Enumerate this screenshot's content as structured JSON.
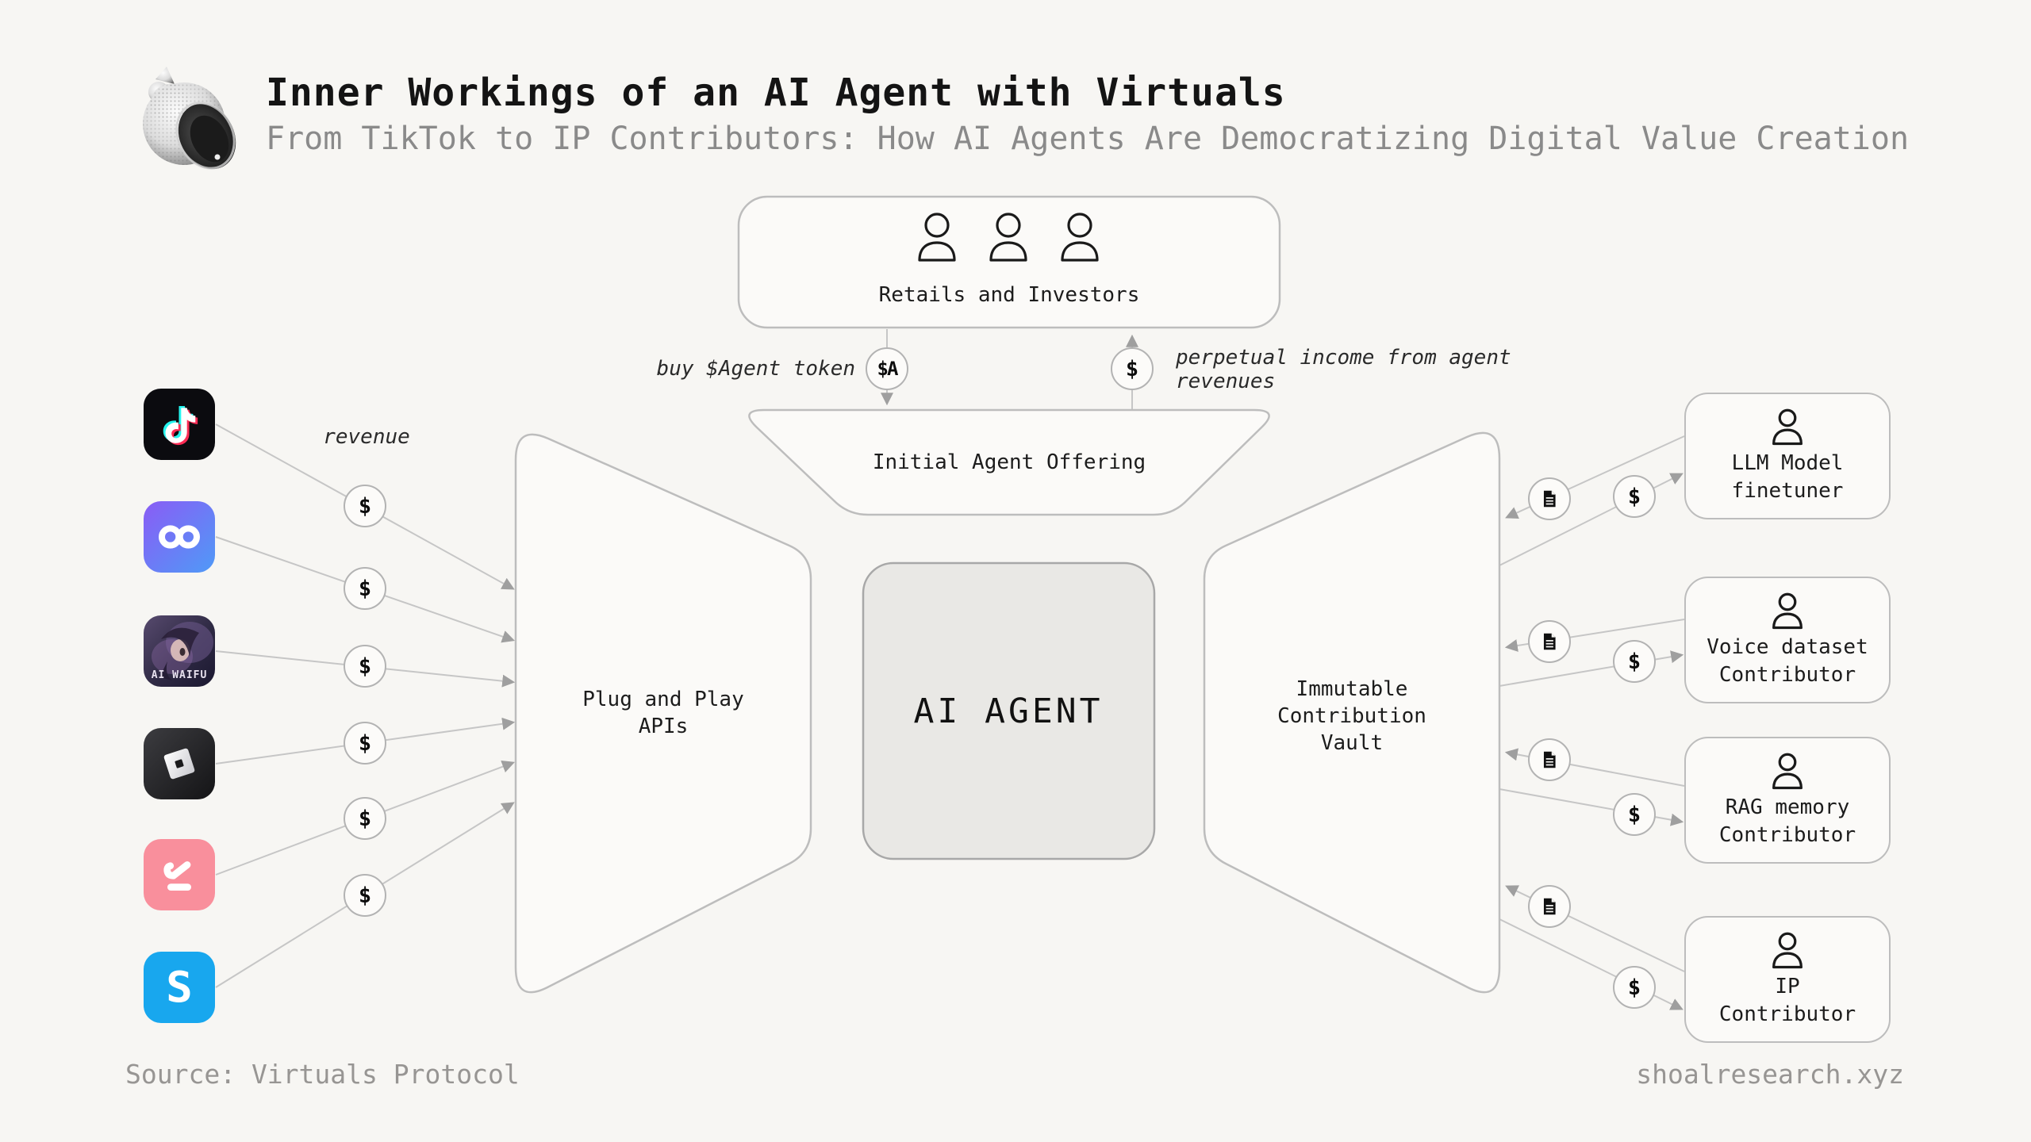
{
  "header": {
    "title": "Inner Workings of an AI Agent with Virtuals",
    "subtitle": "From TikTok to IP Contributors: How AI Agents Are Democratizing Digital Value Creation",
    "logo": "shell-logo"
  },
  "footer": {
    "source": "Source: Virtuals Protocol",
    "site": "shoalresearch.xyz"
  },
  "colors": {
    "background": "#f7f6f3",
    "shape_stroke": "#bdbdbd",
    "wire": "#c6c6c6",
    "arrow": "#9f9f9f",
    "agent_box_fill": "#e9e8e5",
    "muted_text": "#8a8a8a",
    "tiktok_cyan": "#25f4ee",
    "tiktok_red": "#fe2c55",
    "infinity_purple": "#8a5cf5",
    "infinity_blue": "#4f83f7",
    "pink_app": "#f98f9c",
    "blue_app": "#18a7ee"
  },
  "nodes": {
    "retails": {
      "label": "Retails and Investors"
    },
    "iao": {
      "label": "Initial Agent Offering"
    },
    "agent": {
      "label": "AI AGENT"
    },
    "apis": {
      "line1": "Plug and Play",
      "line2": "APIs"
    },
    "vault": {
      "line1": "Immutable",
      "line2": "Contribution",
      "line3": "Vault"
    }
  },
  "edges": {
    "buy_label": "buy $Agent token",
    "income_line1": "perpetual income from agent",
    "income_line2": "revenues",
    "revenue_label": "revenue",
    "agent_token_badge": "$A",
    "dollar_badge": "$"
  },
  "apps": [
    {
      "name": "tiktok"
    },
    {
      "name": "infinity-app"
    },
    {
      "name": "ai-waifu",
      "caption": "AI WAIFU"
    },
    {
      "name": "roblox"
    },
    {
      "name": "pink-check-app"
    },
    {
      "name": "s-app",
      "letter": "S"
    }
  ],
  "contributors": [
    {
      "line1": "LLM Model",
      "line2": "finetuner"
    },
    {
      "line1": "Voice dataset",
      "line2": "Contributor"
    },
    {
      "line1": "RAG memory",
      "line2": "Contributor"
    },
    {
      "line1": "IP",
      "line2": "Contributor"
    }
  ]
}
